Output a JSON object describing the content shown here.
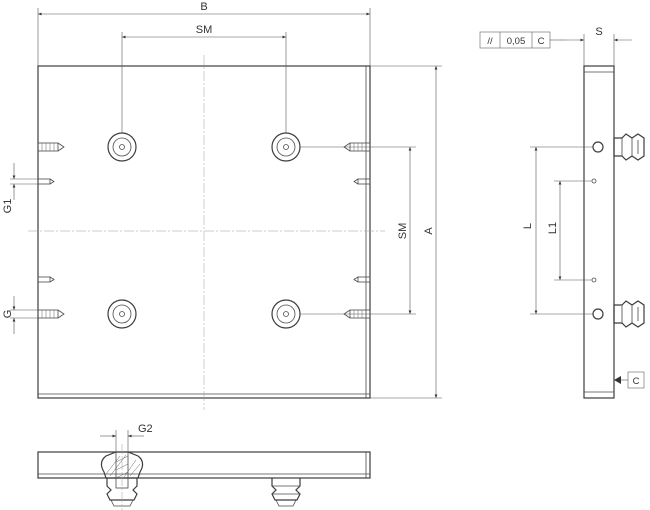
{
  "dimensions": {
    "b": "B",
    "sm_top": "SM",
    "sm_vertical": "SM",
    "a": "A",
    "g1": "G1",
    "g": "G",
    "g2": "G2",
    "s": "S",
    "l": "L",
    "l1": "L1"
  },
  "tolerance_frame": {
    "symbol": "//",
    "value": "0,05",
    "datum": "C"
  },
  "datum_reference": "C"
}
